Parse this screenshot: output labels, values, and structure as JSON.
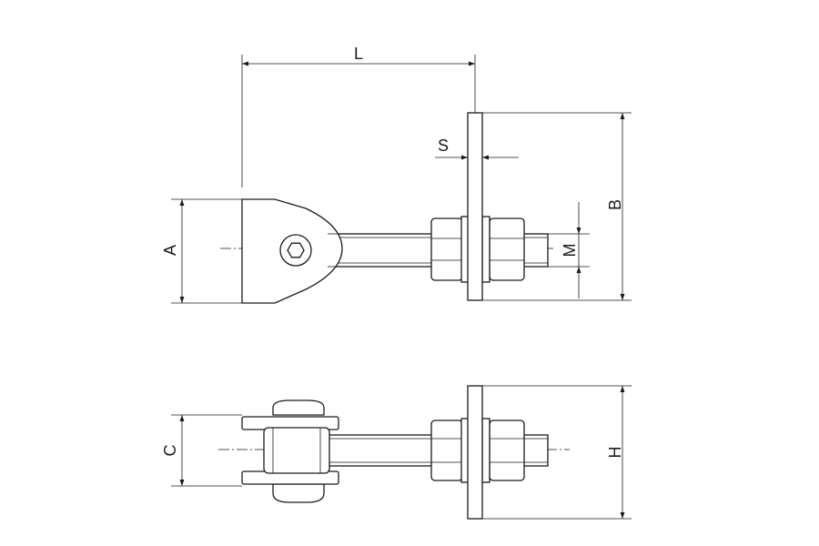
{
  "dimensions": {
    "L": "L",
    "S": "S",
    "B": "B",
    "A": "A",
    "M": "M",
    "C": "C",
    "H": "H"
  }
}
